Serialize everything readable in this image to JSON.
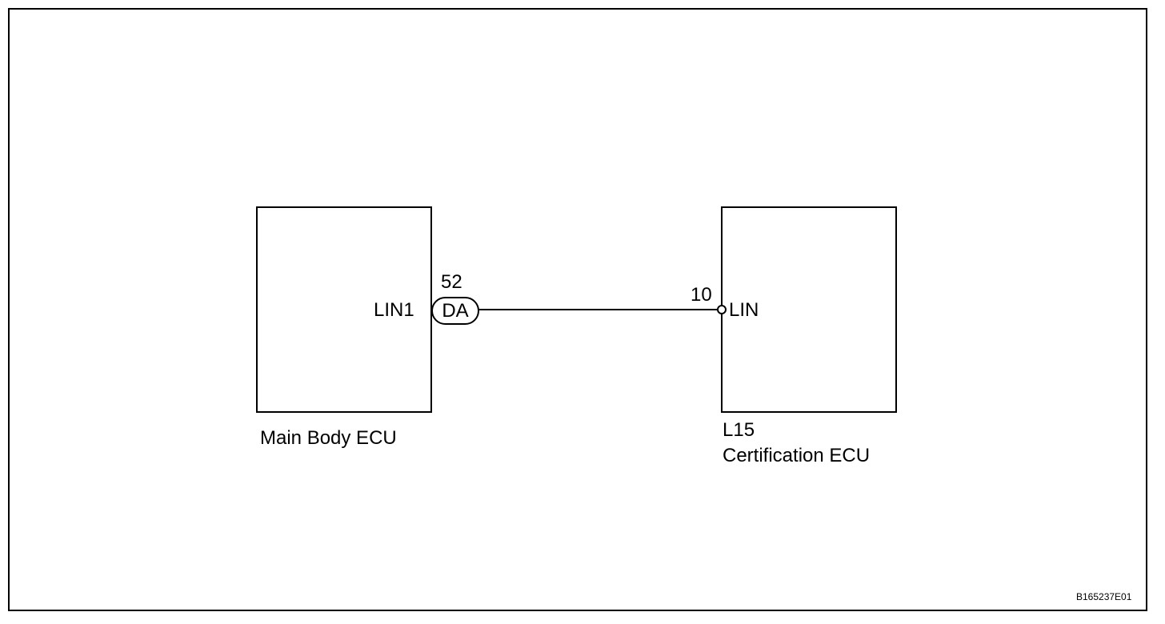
{
  "main_body_ecu": {
    "name": "Main Body ECU",
    "pin_label": "LIN1",
    "connector_code": "DA",
    "pin_number": "52"
  },
  "certification_ecu": {
    "connector_id": "L15",
    "name": "Certification ECU",
    "pin_label": "LIN",
    "pin_number": "10"
  },
  "figure_id": "B165237E01"
}
